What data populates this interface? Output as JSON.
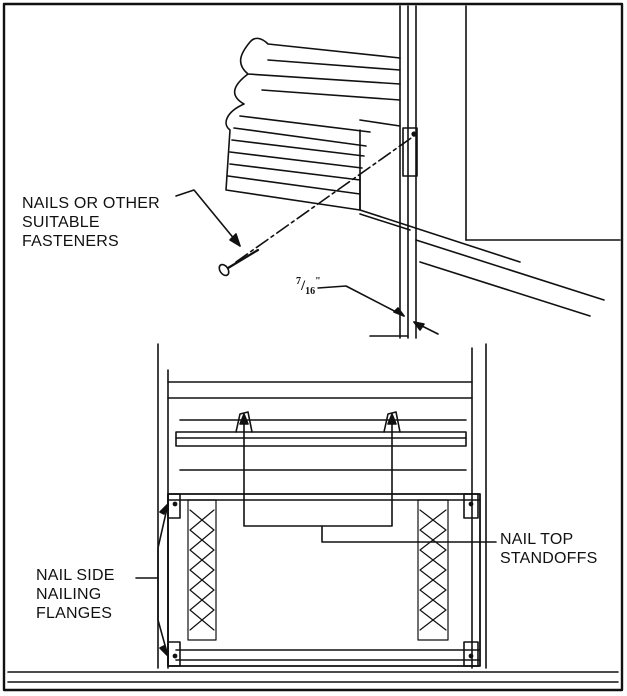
{
  "labels": {
    "fasteners": [
      "NAILS OR OTHER",
      "SUITABLE",
      "FASTENERS"
    ],
    "dimension": {
      "numerator": "7",
      "denominator": "16",
      "unit": "\""
    },
    "top_standoffs": [
      "NAIL TOP",
      "STANDOFFS"
    ],
    "side_flanges": [
      "NAIL SIDE",
      "NAILING",
      "FLANGES"
    ]
  }
}
